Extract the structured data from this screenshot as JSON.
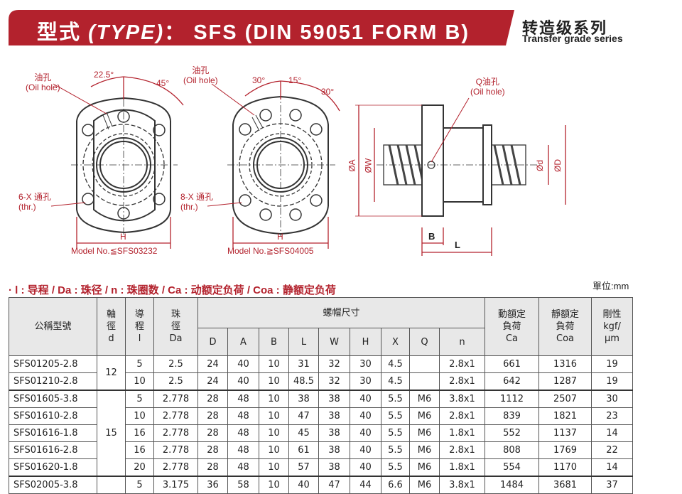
{
  "banner": {
    "title_prefix": "型式",
    "title_type": "(TYPE)",
    "title_sep": "：",
    "title_model": "SFS (DIN 59051 FORM B)",
    "series_cn": "转造级系列",
    "series_en": "Transfer grade series"
  },
  "drawing_small": {
    "oil_hole_label": "油孔",
    "oil_hole_en": "(Oil hole)",
    "angle_a": "22.5°",
    "angle_b": "45°",
    "holes_label": "6-X 通孔",
    "holes_thr": "(thr.)",
    "dim_h": "H",
    "model_note": "Model No.≦SFS03232"
  },
  "drawing_large": {
    "oil_hole_label": "油孔",
    "oil_hole_en": "(Oil hole)",
    "angle_a": "30°",
    "angle_b": "15°",
    "angle_c": "30°",
    "holes_label": "8-X 通孔",
    "holes_thr": "(thr.)",
    "dim_h": "H",
    "model_note": "Model No.≧SFS04005"
  },
  "drawing_side": {
    "q_label": "Q油孔",
    "q_en": "(Oil hole)",
    "dim_a": "ØA",
    "dim_w": "ØW",
    "dim_d": "Ød",
    "dim_D": "ØD",
    "dim_b": "B",
    "dim_l": "L"
  },
  "legend": "· l : 导程 / Da : 珠径 / n : 珠圈数 / Ca : 动额定负荷 / Coa : 静额定负荷",
  "unit": "單位:mm",
  "table": {
    "h_model": "公稱型號",
    "h_shaft": [
      "軸",
      "徑",
      "d"
    ],
    "h_lead": [
      "導",
      "程",
      "l"
    ],
    "h_ball": [
      "珠",
      "徑",
      "Da"
    ],
    "h_nut": "螺帽尺寸",
    "h_nut_cols": [
      "D",
      "A",
      "B",
      "L",
      "W",
      "H",
      "X",
      "Q",
      "n"
    ],
    "h_ca": [
      "動額定",
      "負荷",
      "Ca"
    ],
    "h_coa": [
      "靜額定",
      "負荷",
      "Coa"
    ],
    "h_rigid": [
      "剛性",
      "kgf/",
      "μm"
    ],
    "rows": [
      {
        "model": "SFS01205-2.8",
        "lead": "5",
        "da": "2.5",
        "D": "24",
        "A": "40",
        "B": "10",
        "L": "31",
        "W": "32",
        "H": "30",
        "X": "4.5",
        "Q": "",
        "n": "2.8x1",
        "ca": "661",
        "coa": "1316",
        "k": "19"
      },
      {
        "model": "SFS01210-2.8",
        "lead": "10",
        "da": "2.5",
        "D": "24",
        "A": "40",
        "B": "10",
        "L": "48.5",
        "W": "32",
        "H": "30",
        "X": "4.5",
        "Q": "",
        "n": "2.8x1",
        "ca": "642",
        "coa": "1287",
        "k": "19"
      },
      {
        "model": "SFS01605-3.8",
        "lead": "5",
        "da": "2.778",
        "D": "28",
        "A": "48",
        "B": "10",
        "L": "38",
        "W": "38",
        "H": "40",
        "X": "5.5",
        "Q": "M6",
        "n": "3.8x1",
        "ca": "1112",
        "coa": "2507",
        "k": "30"
      },
      {
        "model": "SFS01610-2.8",
        "lead": "10",
        "da": "2.778",
        "D": "28",
        "A": "48",
        "B": "10",
        "L": "47",
        "W": "38",
        "H": "40",
        "X": "5.5",
        "Q": "M6",
        "n": "2.8x1",
        "ca": "839",
        "coa": "1821",
        "k": "23"
      },
      {
        "model": "SFS01616-1.8",
        "lead": "16",
        "da": "2.778",
        "D": "28",
        "A": "48",
        "B": "10",
        "L": "45",
        "W": "38",
        "H": "40",
        "X": "5.5",
        "Q": "M6",
        "n": "1.8x1",
        "ca": "552",
        "coa": "1137",
        "k": "14"
      },
      {
        "model": "SFS01616-2.8",
        "lead": "16",
        "da": "2.778",
        "D": "28",
        "A": "48",
        "B": "10",
        "L": "61",
        "W": "38",
        "H": "40",
        "X": "5.5",
        "Q": "M6",
        "n": "2.8x1",
        "ca": "808",
        "coa": "1769",
        "k": "22"
      },
      {
        "model": "SFS01620-1.8",
        "lead": "20",
        "da": "2.778",
        "D": "28",
        "A": "48",
        "B": "10",
        "L": "57",
        "W": "38",
        "H": "40",
        "X": "5.5",
        "Q": "M6",
        "n": "1.8x1",
        "ca": "554",
        "coa": "1170",
        "k": "14"
      },
      {
        "model": "SFS02005-3.8",
        "lead": "5",
        "da": "3.175",
        "D": "36",
        "A": "58",
        "B": "10",
        "L": "40",
        "W": "47",
        "H": "44",
        "X": "6.6",
        "Q": "M6",
        "n": "3.8x1",
        "ca": "1484",
        "coa": "3681",
        "k": "37"
      }
    ],
    "shaft_groups": [
      "12",
      "15",
      ""
    ]
  }
}
